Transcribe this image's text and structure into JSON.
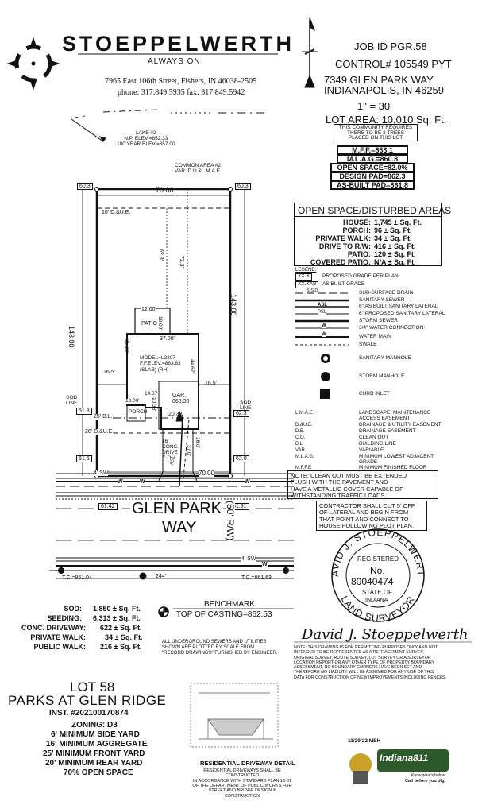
{
  "company": {
    "name": "STOEPPELWERTH",
    "tagline": "ALWAYS ON",
    "address": "7965 East 106th Street, Fishers, IN  46038-2505",
    "phone": "phone: 317.849.5935  fax: 317.849.5942"
  },
  "job": {
    "job_id": "JOB ID  PGR.58",
    "control": "CONTROL# 105549 PYT",
    "address1": "7349 GLEN PARK WAY",
    "address2": "INDIANAPOLIS, IN 46259",
    "scale": "1\" = 30'",
    "lot_area": "LOT AREA: 10,010  Sq. Ft.",
    "trees_note": [
      "THIS COMMUNITY REQUIRES",
      "THERE TO BE 3 TREES",
      "PLACED ON THIS LOT"
    ],
    "mff": "M.F.F.=863.1",
    "mlag": "M.L.A.G.=860.8",
    "open_space": "OPEN SPACE=82.0%",
    "design_pad": "DESIGN PAD=862.3",
    "asbuilt_pad": "AS-BUILT PAD=861.8"
  },
  "areas": {
    "title": "OPEN SPACE/DISTURBED AREAS",
    "rows": [
      {
        "label": "HOUSE:",
        "value": "1,745 ± Sq. Ft."
      },
      {
        "label": "PORCH:",
        "value": "96 ± Sq. Ft."
      },
      {
        "label": "PRIVATE WALK:",
        "value": "34 ± Sq. Ft."
      },
      {
        "label": "DRIVE TO R/W:",
        "value": "416 ± Sq. Ft."
      },
      {
        "label": "PATIO:",
        "value": "120 ± Sq. Ft."
      },
      {
        "label": "COVERED PATIO:",
        "value": "N/A ± Sq. Ft."
      }
    ]
  },
  "legend": {
    "title": "LEGEND:",
    "grade1_box": "XX.X",
    "grade1": "PROPOSED GRADE PER PLAN",
    "grade2_box": "XX.XAB",
    "grade2": "AS BUILT GRADE",
    "line_items": [
      {
        "sym": "S.S.D.",
        "text": "SUB-SURFACE DRAIN"
      },
      {
        "sym": "",
        "text": "SANITARY SEWER"
      },
      {
        "sym": "ASL",
        "text": "6\" AS BUILT SANITARY LATERAL"
      },
      {
        "sym": "PSL",
        "text": "6\" PROPOSED SANITARY LATERAL"
      },
      {
        "sym": "",
        "text": "STORM SEWER"
      },
      {
        "sym": "W",
        "text": "3/4\" WATER CONNECTION"
      },
      {
        "sym": "W",
        "text": "WATER MAIN"
      },
      {
        "sym": "",
        "text": "SWALE"
      }
    ],
    "sanitary_manhole": "SANITARY MANHOLE",
    "storm_manhole": "STORM MANHOLE",
    "curb_inlet": "CURB INLET",
    "abbrev": [
      {
        "code": "L.M.A.E.",
        "text": [
          "LANDSCAPE, MAINTENANCE",
          "ACCESS EASEMENT"
        ]
      },
      {
        "code": "D.&U.E.",
        "text": [
          "DRAINAGE & UTILITY EASEMENT"
        ]
      },
      {
        "code": "D.E.",
        "text": [
          "DRAINAGE EASEMENT"
        ]
      },
      {
        "code": "C.O.",
        "text": [
          "CLEAN OUT"
        ]
      },
      {
        "code": "B.L.",
        "text": [
          "BUILDING LINE"
        ]
      },
      {
        "code": "VAR.",
        "text": [
          "VARIABLE"
        ]
      },
      {
        "code": "M.L.A.G.",
        "text": [
          "MINIMUM LOWEST ADJACENT",
          "GRADE"
        ]
      },
      {
        "code": "M.F.F.E",
        "text": [
          "MINIMUM FINISHED FLOOR"
        ]
      }
    ]
  },
  "notes": {
    "cleanout": [
      "NOTE:  CLEAN OUT MUST BE EXTENDED",
      "FLUSH WITH THE PAVEMENT AND",
      "HAVE A METALLIC COVER CAPABLE OF",
      "WITHSTANDING TRAFFIC LOADS."
    ],
    "contractor": [
      "CONTRACTOR SHALL CUT 5' OFF",
      "OF LATERAL AND BEGIN FROM",
      "THAT POINT AND CONNECT TO",
      "HOUSE FOLLOWING PLOT PLAN."
    ],
    "sewers": [
      "ALL UNDERGROUND SEWERS AND UTILITIES",
      "SHOWN ARE PLOTTED BY SCALE FROM",
      "\"RECORD DRAWINGS\" FURNISHED BY ENGINEER."
    ],
    "disclaimer": [
      "NOTE: THIS DRAWING IS FOR PERMITTING PURPOSES ONLY AND NOT",
      "INTENDED TO BE REPRESENTED AS A RETRACEMENT SURVEY,",
      "ORIGINAL SURVEY, ROUTE SURVEY, LOT SURVEY OR A SURVEYOR",
      "LOCATION REPORT OR ANY OTHER TYPE OF PROPERTY BOUNDARY",
      "ASSESSMENT. NO BOUNDARY CORNERS HAVE BEEN SET AND",
      "THEREFORE NO LIABILITY WILL BE ASSUMED FOR ANY USE OF THIS",
      "DATA FOR CONSTRUCTION OF NEW IMPROVEMENTS INCLUDING FENCES."
    ]
  },
  "seal": {
    "top_arc": "DAVID J. STOEPPELWERTH",
    "registered": "REGISTERED",
    "no_label": "No.",
    "number": "80040474",
    "state_of": "STATE OF",
    "state": "INDIANA",
    "bottom_arc": "LAND SURVEYOR",
    "signature": "David J. Stoeppelwerth"
  },
  "plot": {
    "lake": [
      "LAKE #2",
      "N.P. ELEV.=852.33",
      "100 YEAR ELEV.=857.00"
    ],
    "common_area": [
      "COMMON AREA #2",
      "VAR. D.U.&L.M.A.E."
    ],
    "corner_tl": "60.3",
    "corner_tr": "60.3",
    "top_width": "70.00",
    "due_top": "10' D.&U.E.",
    "left_depth": "143.00",
    "right_depth": "143.00",
    "dim_62": "62.3'",
    "dim_72": "72.3'",
    "patio_w": "12.00'",
    "patio_d": "10.00'",
    "patio": "PATIO",
    "house_w": "37.00'",
    "model": [
      "MODEL=L2307",
      "F.F.ELEV.=863.63",
      "(SLAB) (RH)"
    ],
    "house_left": "35.33'",
    "house_right": "44.67'",
    "side_left": "16.5'",
    "side_right": "16.5'",
    "gar": [
      "GAR.",
      "863.30"
    ],
    "gar_w": "20.33'",
    "porch_w1": "12.00'",
    "porch_w2": "14.67",
    "porch": "PORCH",
    "dim_10": "10.33'",
    "sod_left": [
      "SOD",
      "LINE"
    ],
    "sod_right": [
      "SOD",
      "LINE"
    ],
    "spot_618": "61.8",
    "spot_623": "62.3",
    "bl": "25' B.L.",
    "due_front": "20' D.&U.E.",
    "drive": [
      "16'",
      "CONC.",
      "DRIVE",
      "C.O."
    ],
    "dim_26": "26.0'",
    "dim_37": "37.0'",
    "spot_616": "61.6",
    "spot_620": "62.0",
    "front_width": "70.00",
    "sw_left": "4' SW",
    "sw_right": "4' SW",
    "asl": "ASL",
    "spot_6142": "61.42",
    "spot_6191": "61.91",
    "street1": "GLEN PARK",
    "street2": "WAY",
    "rw": "(50' R/W)",
    "tc_left": "T.C.=861.04",
    "tc_right": "T.C.=861.63",
    "tc_dist": "244'",
    "water": "W"
  },
  "disturbed": [
    {
      "label": "SOD:",
      "value": "1,850 ± Sq. Ft."
    },
    {
      "label": "SEEDING:",
      "value": "6,313 ± Sq. Ft."
    },
    {
      "label": "CONC. DRIVEWAY:",
      "value": "622 ± Sq. Ft."
    },
    {
      "label": "PRIVATE WALK:",
      "value": "34 ± Sq. Ft."
    },
    {
      "label": "PUBLIC WALK:",
      "value": "216 ± Sq. Ft."
    }
  ],
  "benchmark": {
    "title": "BENCHMARK",
    "value": "TOP OF CASTING=862.53"
  },
  "lot": {
    "lot": "LOT 58",
    "subdivision": "PARKS AT GLEN RIDGE",
    "inst": "INST. #202100170874",
    "zoning": "ZONING: D3",
    "reqs": [
      "6' MINIMUM SIDE YARD",
      "16' MINIMUM AGGREGATE",
      "25' MINIMUM FRONT YARD",
      "20' MINIMUM REAR YARD",
      "70% OPEN SPACE"
    ]
  },
  "driveway_detail": {
    "title": "RESIDENTIAL DRIVEWAY DETAIL",
    "text": [
      "RESIDENTIAL DRIVEWAYS SHALL BE CONSTRUCTED",
      "IN ACCORDANCE WITH STANDARD PLAN 16-01",
      "OF THE DEPARTMENT OF PUBLIC WORKS FOR",
      "STREET AND BRIDGE DESIGN & CONSTRUCTION"
    ]
  },
  "date_initials": "11/29/22 MEH",
  "indiana811": {
    "name": "Indiana811",
    "tag1": "Know what's below.",
    "tag2": "Call before you dig."
  }
}
